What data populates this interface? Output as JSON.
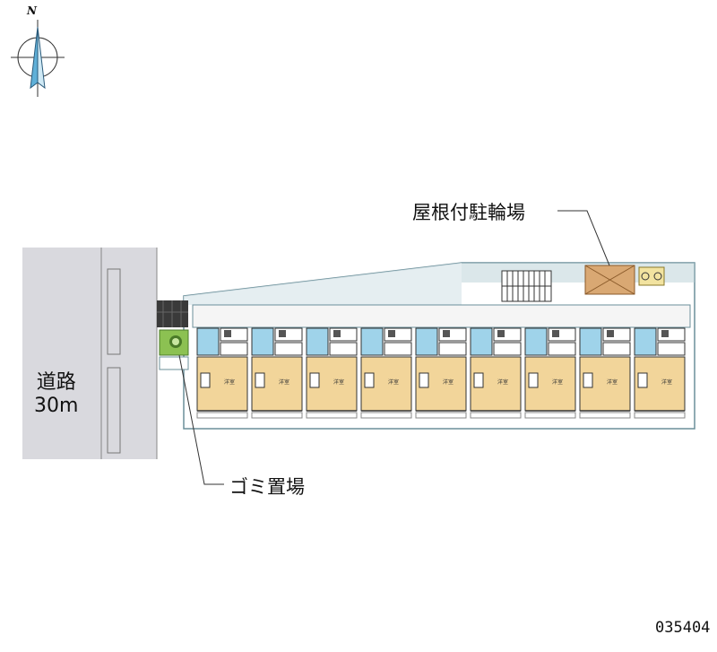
{
  "compass": {
    "north_letter": "N"
  },
  "road": {
    "name": "道路",
    "width": "30m"
  },
  "bike_parking": {
    "label": "屋根付駐輪場"
  },
  "trash_area": {
    "label": "ゴミ置場"
  },
  "property_id": "035404",
  "units": {
    "count": 9,
    "room_text": "洋室"
  },
  "colors": {
    "road": "#d9d9de",
    "site_outline": "#6b8f9a",
    "landscape_green": "#8cc152",
    "paving_dark": "#3a3a3a",
    "wet_area_blue": "#9fd3ea",
    "room_tan": "#f2d59a",
    "bike_roof_tan": "#d9a873"
  }
}
